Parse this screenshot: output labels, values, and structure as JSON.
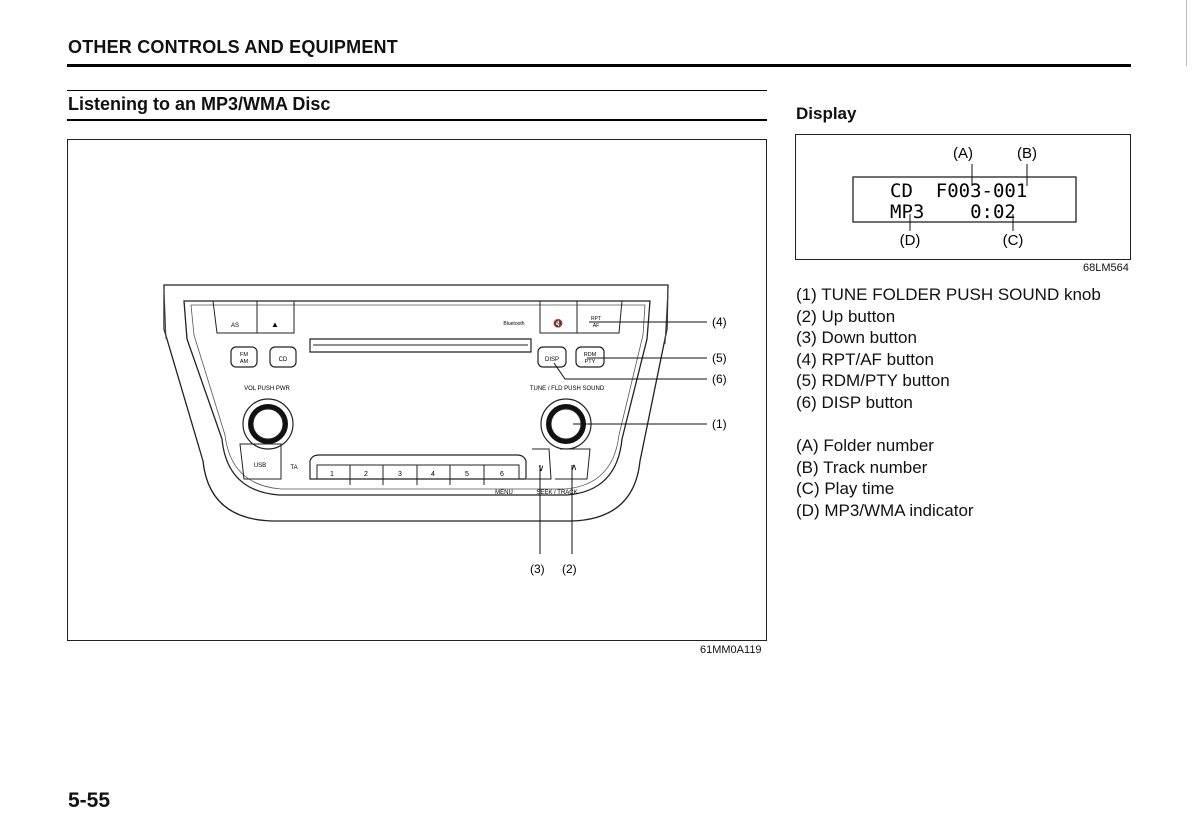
{
  "header": {
    "section": "OTHER CONTROLS AND EQUIPMENT"
  },
  "section_title": "Listening to an MP3/WMA Disc",
  "figure": {
    "code": "61MM0A119",
    "callouts": [
      "(4)",
      "(5)",
      "(6)",
      "(1)",
      "(3)",
      "(2)"
    ],
    "panel_labels": {
      "as": "AS",
      "eject": "▲",
      "bluetooth": "Bluetooth",
      "mute": "🔇",
      "rpt": "RPT",
      "af": "AF",
      "fm": "FM",
      "am": "AM",
      "cd": "CD",
      "disp": "DISP",
      "rdm": "RDM",
      "pty": "PTY",
      "vol": "VOL PUSH PWR",
      "tune": "TUNE / FLD PUSH SOUND",
      "usb": "USB",
      "ta": "TA",
      "presets": [
        "1",
        "2",
        "3",
        "4",
        "5",
        "6"
      ],
      "down": "∨",
      "up": "∧",
      "menu": "MENU",
      "seek": "SEEK / TRACK"
    }
  },
  "display": {
    "title": "Display",
    "code": "68LM564",
    "lcd_line1": "CD  F003-001",
    "lcd_line2": "MP3    0:02",
    "callouts": [
      "(A)",
      "(B)",
      "(D)",
      "(C)"
    ]
  },
  "buttons_list": [
    "(1) TUNE FOLDER PUSH SOUND knob",
    "(2) Up button",
    "(3) Down button",
    "(4) RPT/AF button",
    "(5) RDM/PTY button",
    "(6) DISP button"
  ],
  "display_list": [
    "(A) Folder number",
    "(B) Track number",
    "(C) Play time",
    "(D) MP3/WMA indicator"
  ],
  "page_number": "5-55"
}
